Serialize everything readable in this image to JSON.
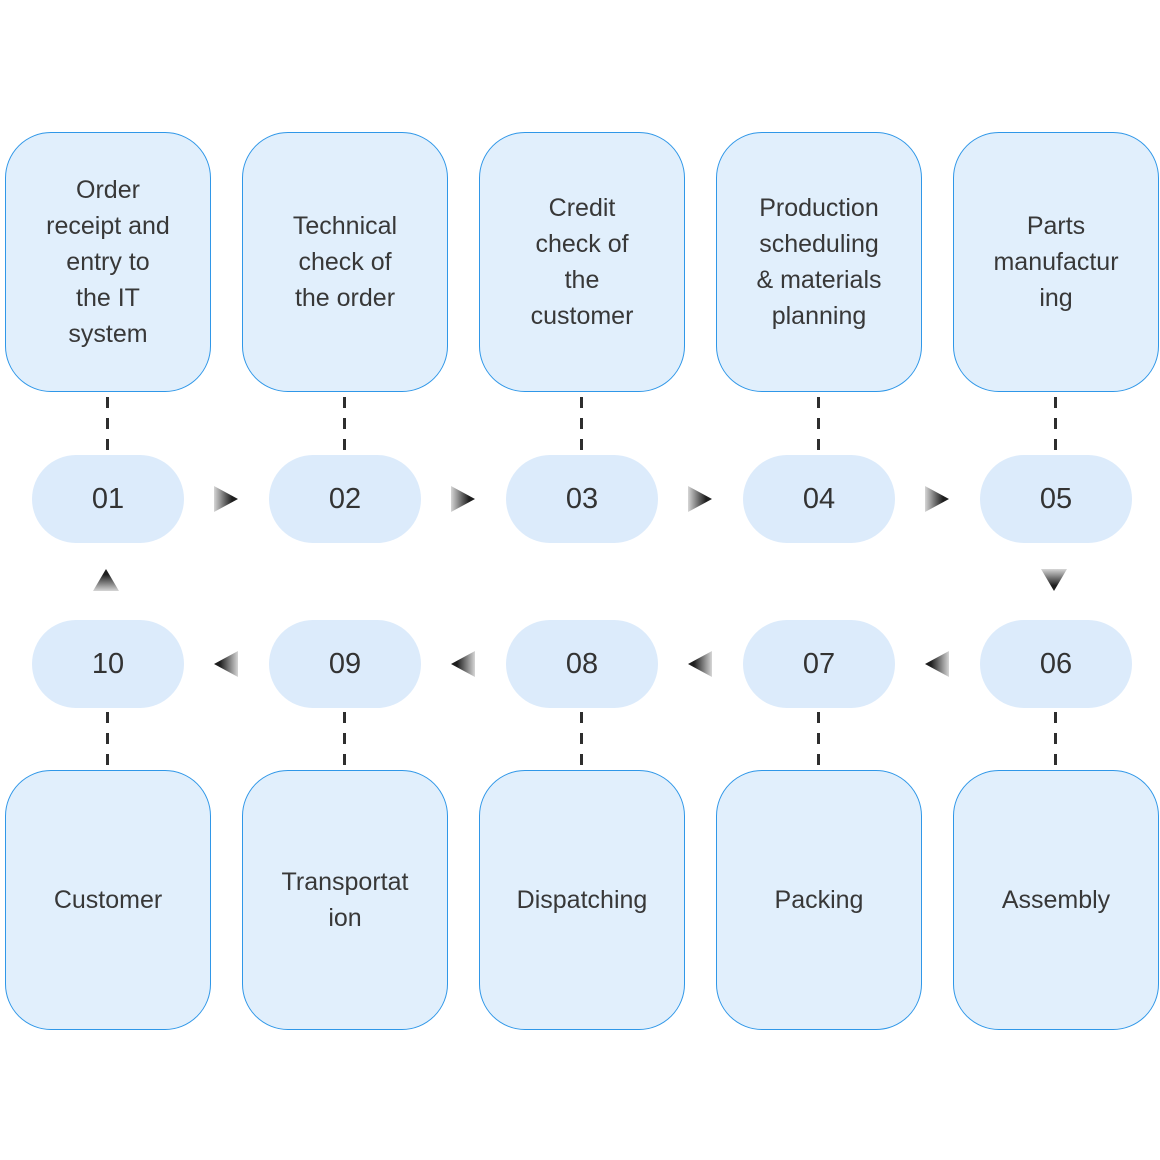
{
  "process_flow": {
    "top_row": [
      {
        "number": "01",
        "label": "Order\nreceipt and\nentry to\nthe IT\nsystem"
      },
      {
        "number": "02",
        "label": "Technical\ncheck of\nthe order"
      },
      {
        "number": "03",
        "label": "Credit\ncheck of\nthe\ncustomer"
      },
      {
        "number": "04",
        "label": "Production\nscheduling\n& materials\nplanning"
      },
      {
        "number": "05",
        "label": "Parts\nmanufactur\ning"
      }
    ],
    "bottom_row": [
      {
        "number": "10",
        "label": "Customer"
      },
      {
        "number": "09",
        "label": "Transportat\nion"
      },
      {
        "number": "08",
        "label": "Dispatching"
      },
      {
        "number": "07",
        "label": "Packing"
      },
      {
        "number": "06",
        "label": "Assembly"
      }
    ],
    "colors": {
      "box_fill": "#e1effc",
      "box_border": "#2f97e8",
      "pill_fill": "#dcebfb",
      "text": "#383838",
      "arrow_dark": "#1e1e1e",
      "arrow_light": "#d6d6d6",
      "connector": "#2e2e2e"
    }
  }
}
